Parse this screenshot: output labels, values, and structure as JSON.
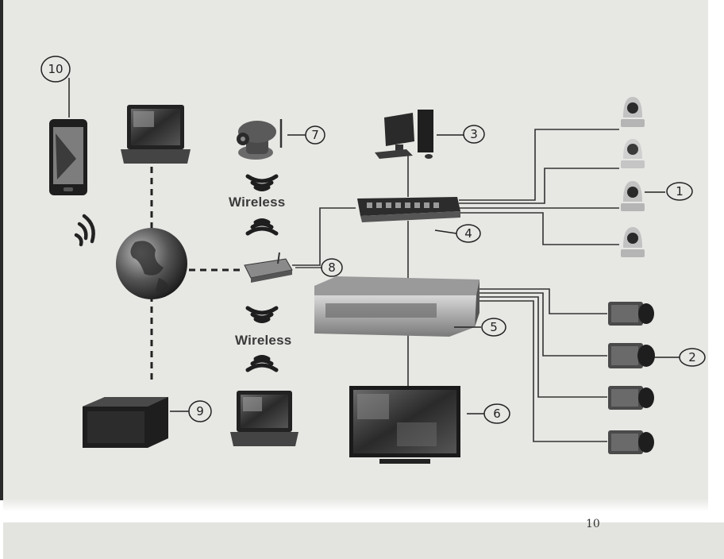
{
  "wireless_labels": {
    "upper": "Wireless",
    "lower": "Wireless"
  },
  "callouts": {
    "n1": "1",
    "n2": "2",
    "n3": "3",
    "n4": "4",
    "n5": "5",
    "n6": "6",
    "n7": "7",
    "n8": "8",
    "n9": "9",
    "n10": "10"
  },
  "page_number": "10"
}
